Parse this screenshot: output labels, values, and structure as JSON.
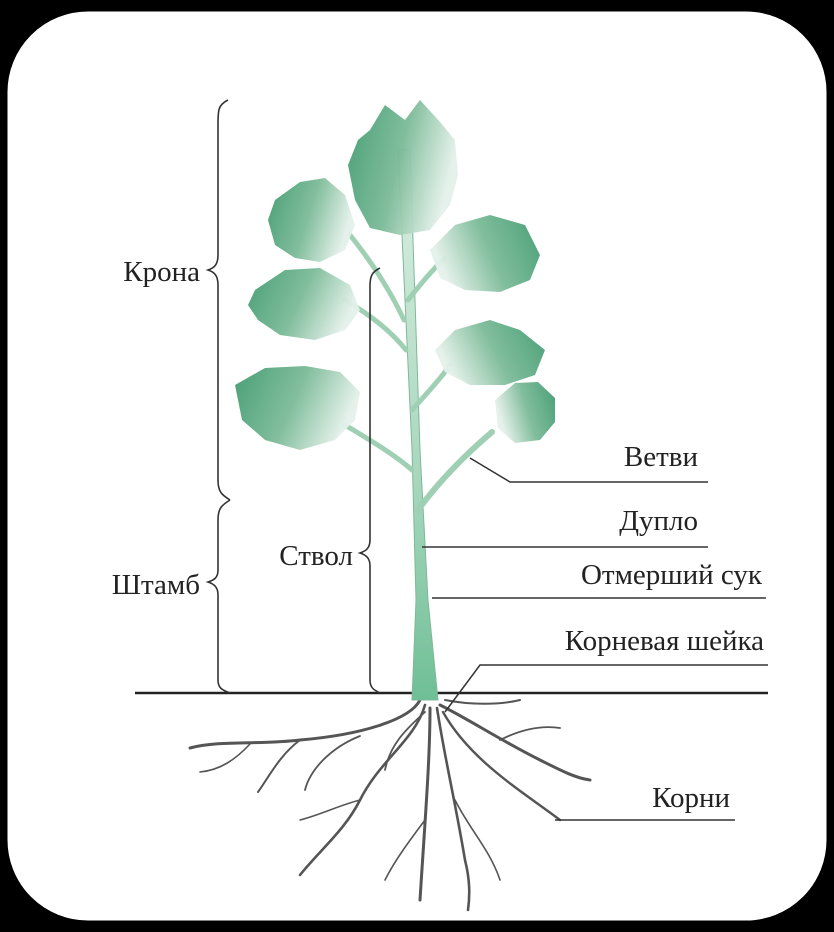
{
  "diagram": {
    "labels": {
      "krona": "Крона",
      "shtamb": "Штамб",
      "stvol": "Ствол",
      "vetvi": "Ветви",
      "duplo": "Дупло",
      "otmershiy_suk": "Отмерший сук",
      "kornevaya_sheyka": "Корневая шейка",
      "korni": "Корни"
    },
    "colors": {
      "frame_background": "#000000",
      "card_background": "#ffffff",
      "leaf_green": "#3f9a70",
      "trunk_green": "#8cc9a8",
      "root_gray": "#555555",
      "line": "#333333"
    }
  }
}
